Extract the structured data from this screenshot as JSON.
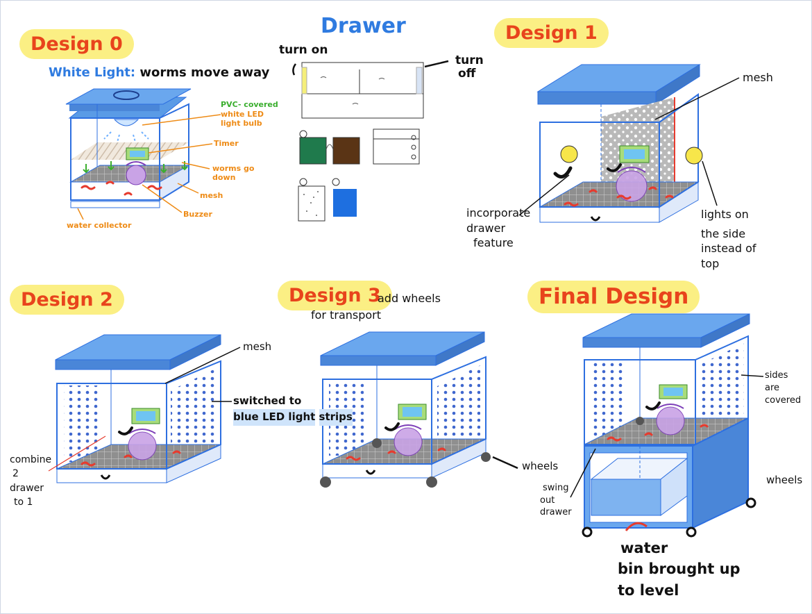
{
  "headings": {
    "design0": "Design 0",
    "drawer": "Drawer",
    "design1": "Design 1",
    "design2": "Design 2",
    "design3": "Design 3",
    "final": "Final Design"
  },
  "design0": {
    "white_light_prefix": "White Light:",
    "white_light_rest": "worms move away",
    "pvc_line1": "PVC- covered",
    "pvc_line2": "white LED",
    "pvc_line3": "light bulb",
    "timer": "Timer",
    "worms_down_1": "worms go",
    "worms_down_2": "down",
    "mesh": "mesh",
    "buzzer": "Buzzer",
    "water_collector": "water collector"
  },
  "drawer": {
    "turn_on": "turn on",
    "turn_off_1": "turn",
    "turn_off_2": "off"
  },
  "design1": {
    "mesh": "mesh",
    "incorporate_1": "incorporate",
    "incorporate_2": "drawer",
    "incorporate_3": "feature",
    "lights_1": "lights on",
    "lights_2": "the side",
    "lights_3": "instead of",
    "lights_4": "top"
  },
  "design2": {
    "mesh": "mesh",
    "switched_1": "switched to",
    "switched_2": "blue LED light",
    "switched_3": "strips",
    "combine_1": "combine",
    "combine_2": "2",
    "combine_3": "drawer",
    "combine_4": "to 1"
  },
  "design3": {
    "add_wheels_1": "add wheels",
    "add_wheels_2": "for transport",
    "wheels": "wheels"
  },
  "final": {
    "sides_1": "sides",
    "sides_2": "are",
    "sides_3": "covered",
    "wheels": "wheels",
    "swing_1": "swing",
    "swing_2": "out",
    "swing_3": "drawer",
    "water_1": "water",
    "water_2": "bin brought up",
    "water_3": "to level"
  },
  "colors": {
    "lid": "#5a9be6",
    "outline": "#2d6fe0",
    "heading_bg": "#fbef84",
    "heading_text": "#e8441c",
    "orange_label": "#ee8b16",
    "green_label": "#3aae2e",
    "blue_label": "#2f7be0",
    "worm": "#e63b2e"
  }
}
